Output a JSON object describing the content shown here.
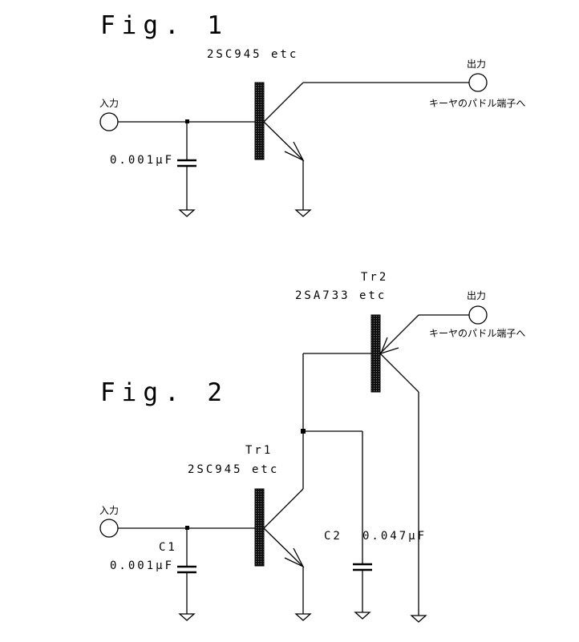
{
  "fig1": {
    "title": "Fig. 1",
    "transistor": "2SC945 etc",
    "input_label": "入力",
    "output_label": "出力",
    "output_note": "キーヤのパドル端子へ",
    "capacitor": "0.001μF"
  },
  "fig2": {
    "title": "Fig. 2",
    "tr2_name": "Tr2",
    "tr2_part": "2SA733 etc",
    "tr1_name": "Tr1",
    "tr1_part": "2SC945 etc",
    "input_label": "入力",
    "output_label": "出力",
    "output_note": "キーヤのパドル端子へ",
    "c1_name": "C1",
    "c1_value": "0.001μF",
    "c2_name": "C2",
    "c2_value": "0.047μF"
  },
  "colors": {
    "ink": "#000000",
    "background": "#ffffff"
  }
}
